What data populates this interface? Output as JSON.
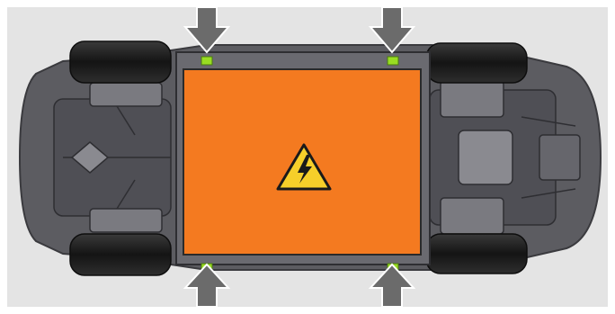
{
  "diagram": {
    "background": "#e4e4e4",
    "underbody_color": "#5c5c61",
    "battery_pack": {
      "color": "#f47a20",
      "border": "#2a2a2a"
    },
    "lift_points": {
      "color": "#99dd22",
      "count": 4
    },
    "lift_arrows": {
      "color": "#6b6b6b",
      "outline": "#ffffff",
      "count": 4
    },
    "warning_symbol": {
      "icon": "high-voltage-warning-icon",
      "fill": "#f6cf2a",
      "stroke": "#1a1a1a"
    },
    "tires": {
      "color": "#1c1c1c",
      "count": 4
    }
  }
}
